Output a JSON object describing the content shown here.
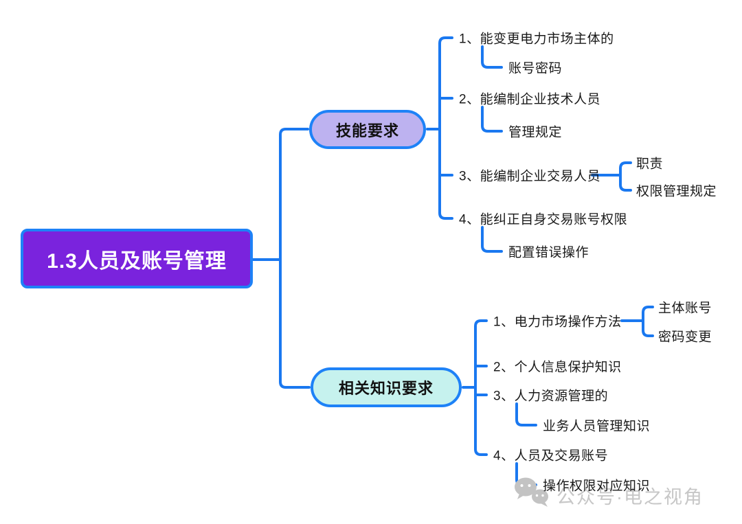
{
  "title": "1.3人员及账号管理",
  "colors": {
    "line_blue": "#1a78f0",
    "root_fill": "#7a23dd",
    "node_border": "#1e82f7",
    "skill_pill_fill": "#bdb2f0",
    "knowledge_pill_fill": "#c6f2ee",
    "item_text": "#1a1a1a",
    "watermark_gray": "#c7c7c7"
  },
  "branches": [
    {
      "label": "技能要求",
      "items": [
        {
          "label": "1、能变更电力市场主体的",
          "children": [
            "账号密码"
          ]
        },
        {
          "label": "2、能编制企业技术人员",
          "children": [
            "管理规定"
          ]
        },
        {
          "label": "3、能编制企业交易人员",
          "children": [
            "职责",
            "权限管理规定"
          ]
        },
        {
          "label": "4、能纠正自身交易账号权限",
          "children": [
            "配置错误操作"
          ]
        }
      ]
    },
    {
      "label": "相关知识要求",
      "items": [
        {
          "label": "1、电力市场操作方法",
          "children": [
            "主体账号",
            "密码变更"
          ]
        },
        {
          "label": "2、个人信息保护知识",
          "children": []
        },
        {
          "label": "3、人力资源管理的",
          "children": [
            "业务人员管理知识"
          ]
        },
        {
          "label": "4、人员及交易账号",
          "children": [
            "操作权限对应知识"
          ]
        }
      ]
    }
  ],
  "watermark": {
    "icon": "wechat-icon",
    "text": "公众号·电之视角"
  }
}
